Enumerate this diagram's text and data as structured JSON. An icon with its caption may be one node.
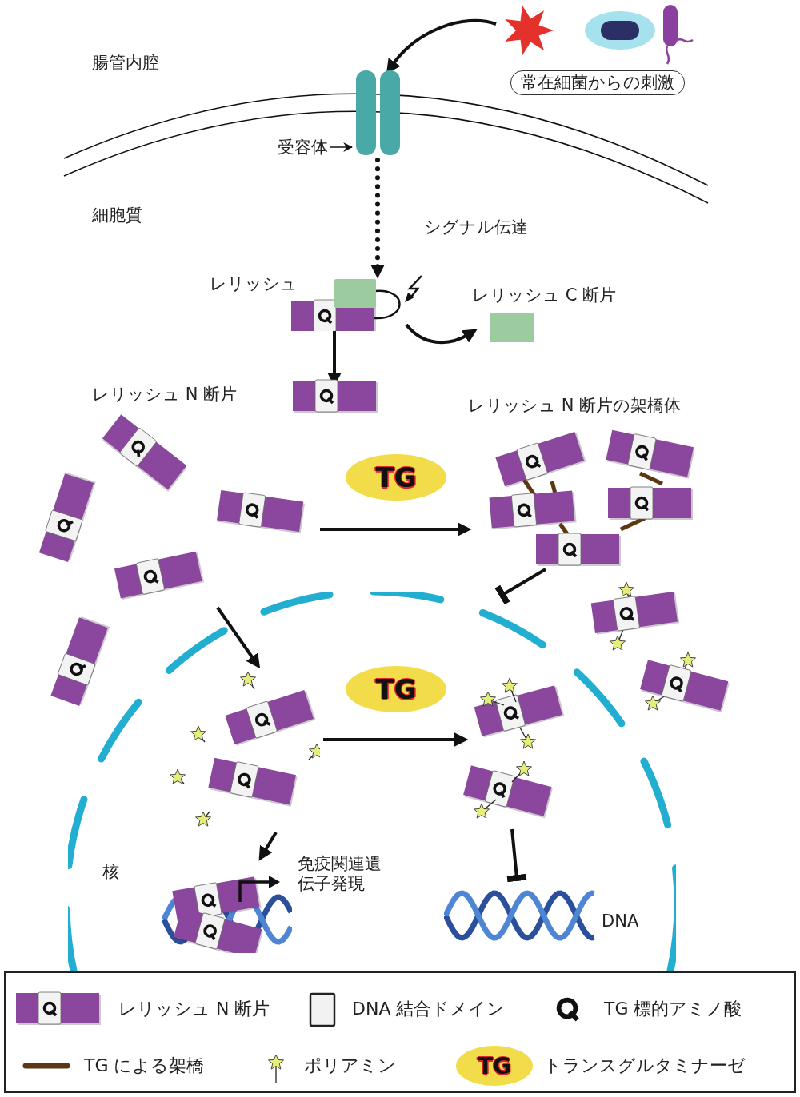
{
  "diagram": {
    "nodes": [
      {
        "text": [
          "常在細菌からの刺激"
        ]
      },
      {
        "text": [],
        "shape": "picture"
      },
      {
        "text": [
          "受容体"
        ]
      },
      {
        "text": [
          "レリッシュ"
        ]
      },
      {
        "text": [
          "レリッシュ C 断片"
        ]
      },
      {
        "text": [],
        "shape": "picture"
      },
      {
        "text": [],
        "shape": "picture"
      },
      {
        "text": [],
        "shape": "picture"
      },
      {
        "text": [
          "TG"
        ]
      },
      {
        "text": [
          "レリッシュ N 断片の架橋体"
        ]
      },
      {
        "text": [],
        "shape": "picture"
      },
      {
        "text": [
          "核"
        ]
      },
      {
        "text": [],
        "shape": "picture",
        "in": 11
      },
      {
        "text": [
          "TG"
        ],
        "in": 11
      },
      {
        "text": [],
        "shape": "picture",
        "in": 11
      },
      {
        "text": [],
        "shape": "picture",
        "in": 11,
        "beside": [
          "免疫関連遺伝子発現"
        ]
      },
      {
        "text": [],
        "shape": "picture",
        "in": 11,
        "beside": [
          "DNA"
        ]
      }
    ],
    "edges": [
      {
        "from": 0,
        "to": 1,
        "arrow": "to"
      },
      {
        "from": 2,
        "to": 1,
        "arrow": "to"
      },
      {
        "from": 1,
        "to": 3,
        "arrow": "to",
        "label": "シグナル伝達",
        "style": "dashed"
      },
      {
        "from": 3,
        "to": 4,
        "arrow": "to"
      },
      {
        "from": 3,
        "to": 5,
        "arrow": "to"
      },
      {
        "from": 6,
        "to": 9,
        "arrow": "to"
      },
      {
        "from": 9,
        "to": 11,
        "arrow": "other"
      },
      {
        "from": 6,
        "to": 12,
        "arrow": "to"
      },
      {
        "from": 12,
        "to": 14,
        "arrow": "to"
      },
      {
        "from": 12,
        "to": 15,
        "arrow": "to"
      },
      {
        "from": 14,
        "to": 16,
        "arrow": "other"
      }
    ],
    "labels": [
      "腸管内腔",
      "細胞質",
      "レリッシュ N 断片",
      "TG"
    ],
    "legend": [
      {
        "text": "レリッシュ N 断片"
      },
      {
        "text": "DNA 結合ドメイン"
      },
      {
        "text": "TG 標的アミノ酸"
      },
      {
        "text": "TG による架橋"
      },
      {
        "text": "ポリアミン"
      },
      {
        "text": "トランスグルタミナーゼ"
      }
    ]
  }
}
